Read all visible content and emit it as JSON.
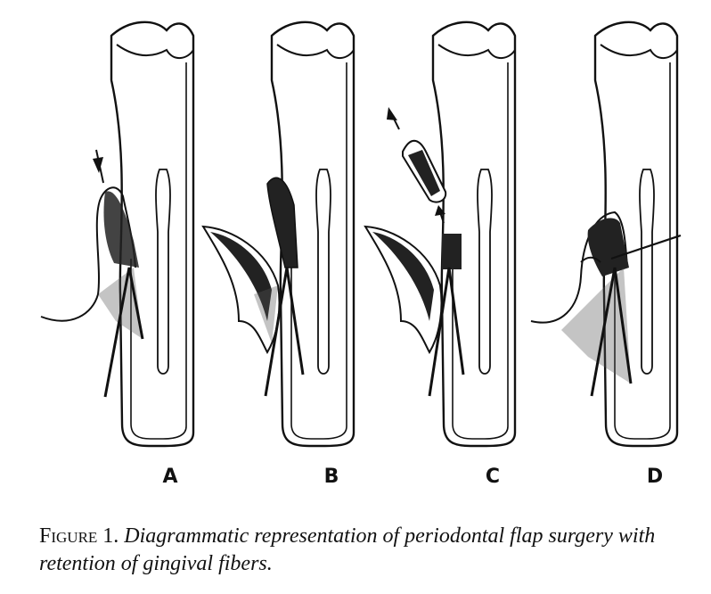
{
  "panels": [
    {
      "label": "A"
    },
    {
      "label": "B"
    },
    {
      "label": "C"
    },
    {
      "label": "D"
    }
  ],
  "caption": {
    "figure_number": "Figure 1.",
    "text": "Diagrammatic representation of periodontal flap surgery with retention of gingival fibers."
  }
}
